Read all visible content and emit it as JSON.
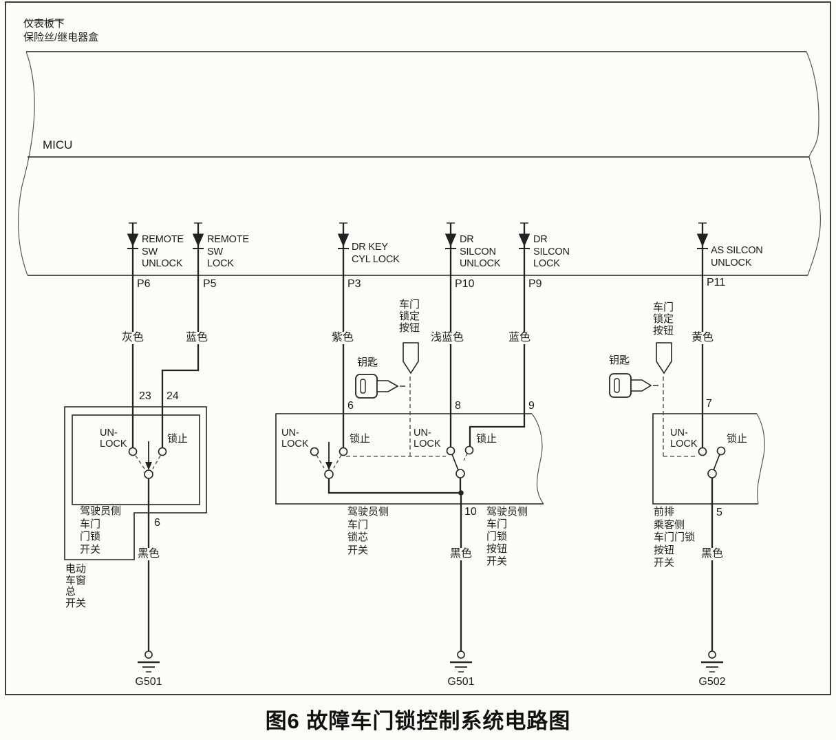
{
  "fuse_box": {
    "location_line1": "仪表板下",
    "location_line2": "保险丝/继电器盒",
    "module": "MICU"
  },
  "micu_outputs": [
    {
      "signal": "REMOTE\nSW\nUNLOCK",
      "pin": "P6",
      "wire_color": "灰色"
    },
    {
      "signal": "REMOTE\nSW\nLOCK",
      "pin": "P5",
      "wire_color": "蓝色"
    },
    {
      "signal": "DR KEY\nCYL LOCK",
      "pin": "P3",
      "wire_color": "紫色"
    },
    {
      "signal": "DR\nSILCON\nUNLOCK",
      "pin": "P10",
      "wire_color": "浅蓝色"
    },
    {
      "signal": "DR\nSILCON\nLOCK",
      "pin": "P9",
      "wire_color": "蓝色"
    },
    {
      "signal": "AS SILCON\nUNLOCK",
      "pin": "P11",
      "wire_color": "黄色"
    }
  ],
  "components": {
    "power_window_master_switch": {
      "label": "电动\n车窗\n总\n开关",
      "door_lock_switch": {
        "label": "驾驶员侧\n车门\n门锁\n开关",
        "pin_unlock": "23",
        "pin_lock": "24",
        "unlock_label": "UN-\nLOCK",
        "lock_label": "锁止",
        "output_pin": "6",
        "output_wire_color": "黑色",
        "ground": "G501"
      }
    },
    "driver_key_cylinder_switch": {
      "label": "驾驶员侧\n车门\n锁芯\n开关",
      "input_pin": "6",
      "unlock_label": "UN-\nLOCK",
      "lock_label": "锁止",
      "key_label": "钥匙",
      "button_label": "车门\n锁定\n按钮"
    },
    "driver_door_lock_knob_switch": {
      "label": "驾驶员侧\n车门\n门锁\n按钮\n开关",
      "pin_unlock": "8",
      "pin_lock": "9",
      "unlock_label": "UN-\nLOCK",
      "lock_label": "锁止",
      "output_pin": "10",
      "output_wire_color": "黑色",
      "ground": "G501"
    },
    "front_passenger_door_lock_knob_switch": {
      "label": "前排\n乘客侧\n车门门锁\n按钮\n开关",
      "input_pin": "7",
      "unlock_label": "UN-\nLOCK",
      "lock_label": "锁止",
      "key_label": "钥匙",
      "button_label": "车门\n锁定\n按钮",
      "output_pin": "5",
      "output_wire_color": "黑色",
      "ground": "G502"
    }
  },
  "caption": "图6 故障车门锁控制系统电路图"
}
